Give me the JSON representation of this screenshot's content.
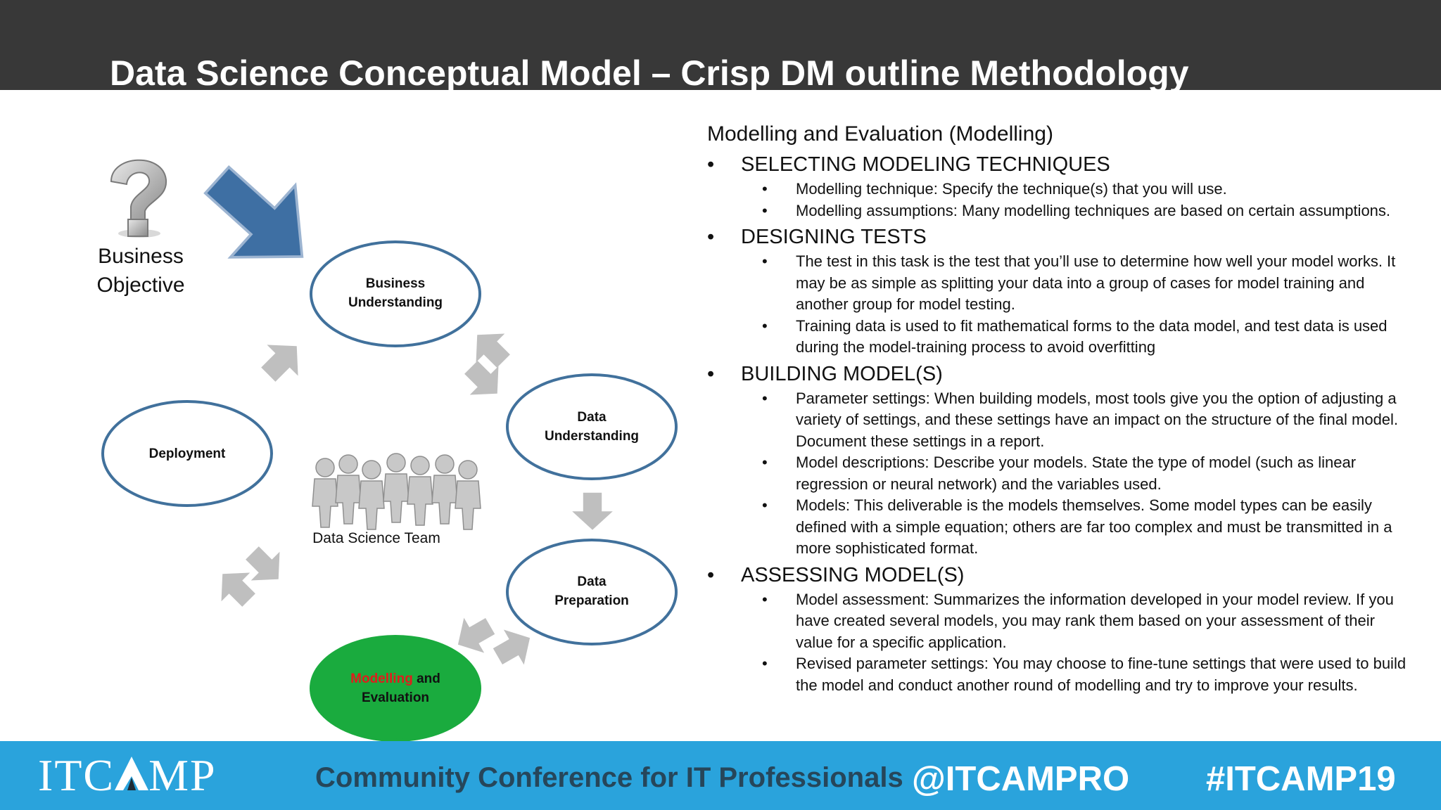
{
  "title": "Data Science Conceptual Model – Crisp DM outline Methodology",
  "diagram": {
    "business_objective": "Business\nObjective",
    "team_label": "Data Science Team",
    "nodes": {
      "business_understanding": "Business\nUnderstanding",
      "data_understanding": "Data\nUnderstanding",
      "data_preparation": "Data\nPreparation",
      "modelling_word": "Modelling",
      "modelling_rest": " and\nEvaluation",
      "deployment": "Deployment"
    },
    "colors": {
      "node_border": "#41719c",
      "active_fill": "#1aab3e",
      "active_word": "#e11c1c",
      "big_arrow": "#3e6fa3",
      "small_arrow": "#bfbfbf"
    }
  },
  "content": {
    "heading": "Modelling and Evaluation (Modelling)",
    "bullet": "•",
    "sections": [
      {
        "title": "SELECTING MODELING TECHNIQUES",
        "items": [
          "Modelling technique: Specify the technique(s) that you will use.",
          "Modelling assumptions: Many modelling techniques are based on certain assumptions."
        ]
      },
      {
        "title": "DESIGNING TESTS",
        "items": [
          "The test in this task is the test that you’ll use to determine how well your model works. It may be as simple as splitting your data into a group of cases for model training and another group for model testing.",
          "Training data is used to fit mathematical forms to the data model, and test data is used during the model-training process to avoid overfitting"
        ]
      },
      {
        "title": "BUILDING MODEL(S)",
        "items": [
          "Parameter settings: When building models, most tools give you the option of adjusting a variety of settings, and these settings have an impact on the structure of the final model. Document these settings in a report.",
          "Model descriptions: Describe your models. State the type of model (such as linear regression or neural network) and the variables used.",
          "Models: This deliverable is the models themselves. Some model types can be easily defined with a simple equation; others are far too complex and must be transmitted in a more sophisticated format."
        ]
      },
      {
        "title": "ASSESSING MODEL(S)",
        "items": [
          "Model assessment: Summarizes the information developed in your model review. If you have created several models, you may rank them based on your assessment of their value for a specific application.",
          "Revised parameter settings: You may choose to fine-tune settings that were used to build the model and conduct another round of modelling and try to improve your results."
        ]
      }
    ]
  },
  "footer": {
    "logo_left": "ITC",
    "logo_right": "MP",
    "tagline": "Community Conference for IT Professionals",
    "handle": "@ITCAMPRO",
    "hashtag": "#ITCAMP19",
    "background": "#2aa3dc"
  }
}
